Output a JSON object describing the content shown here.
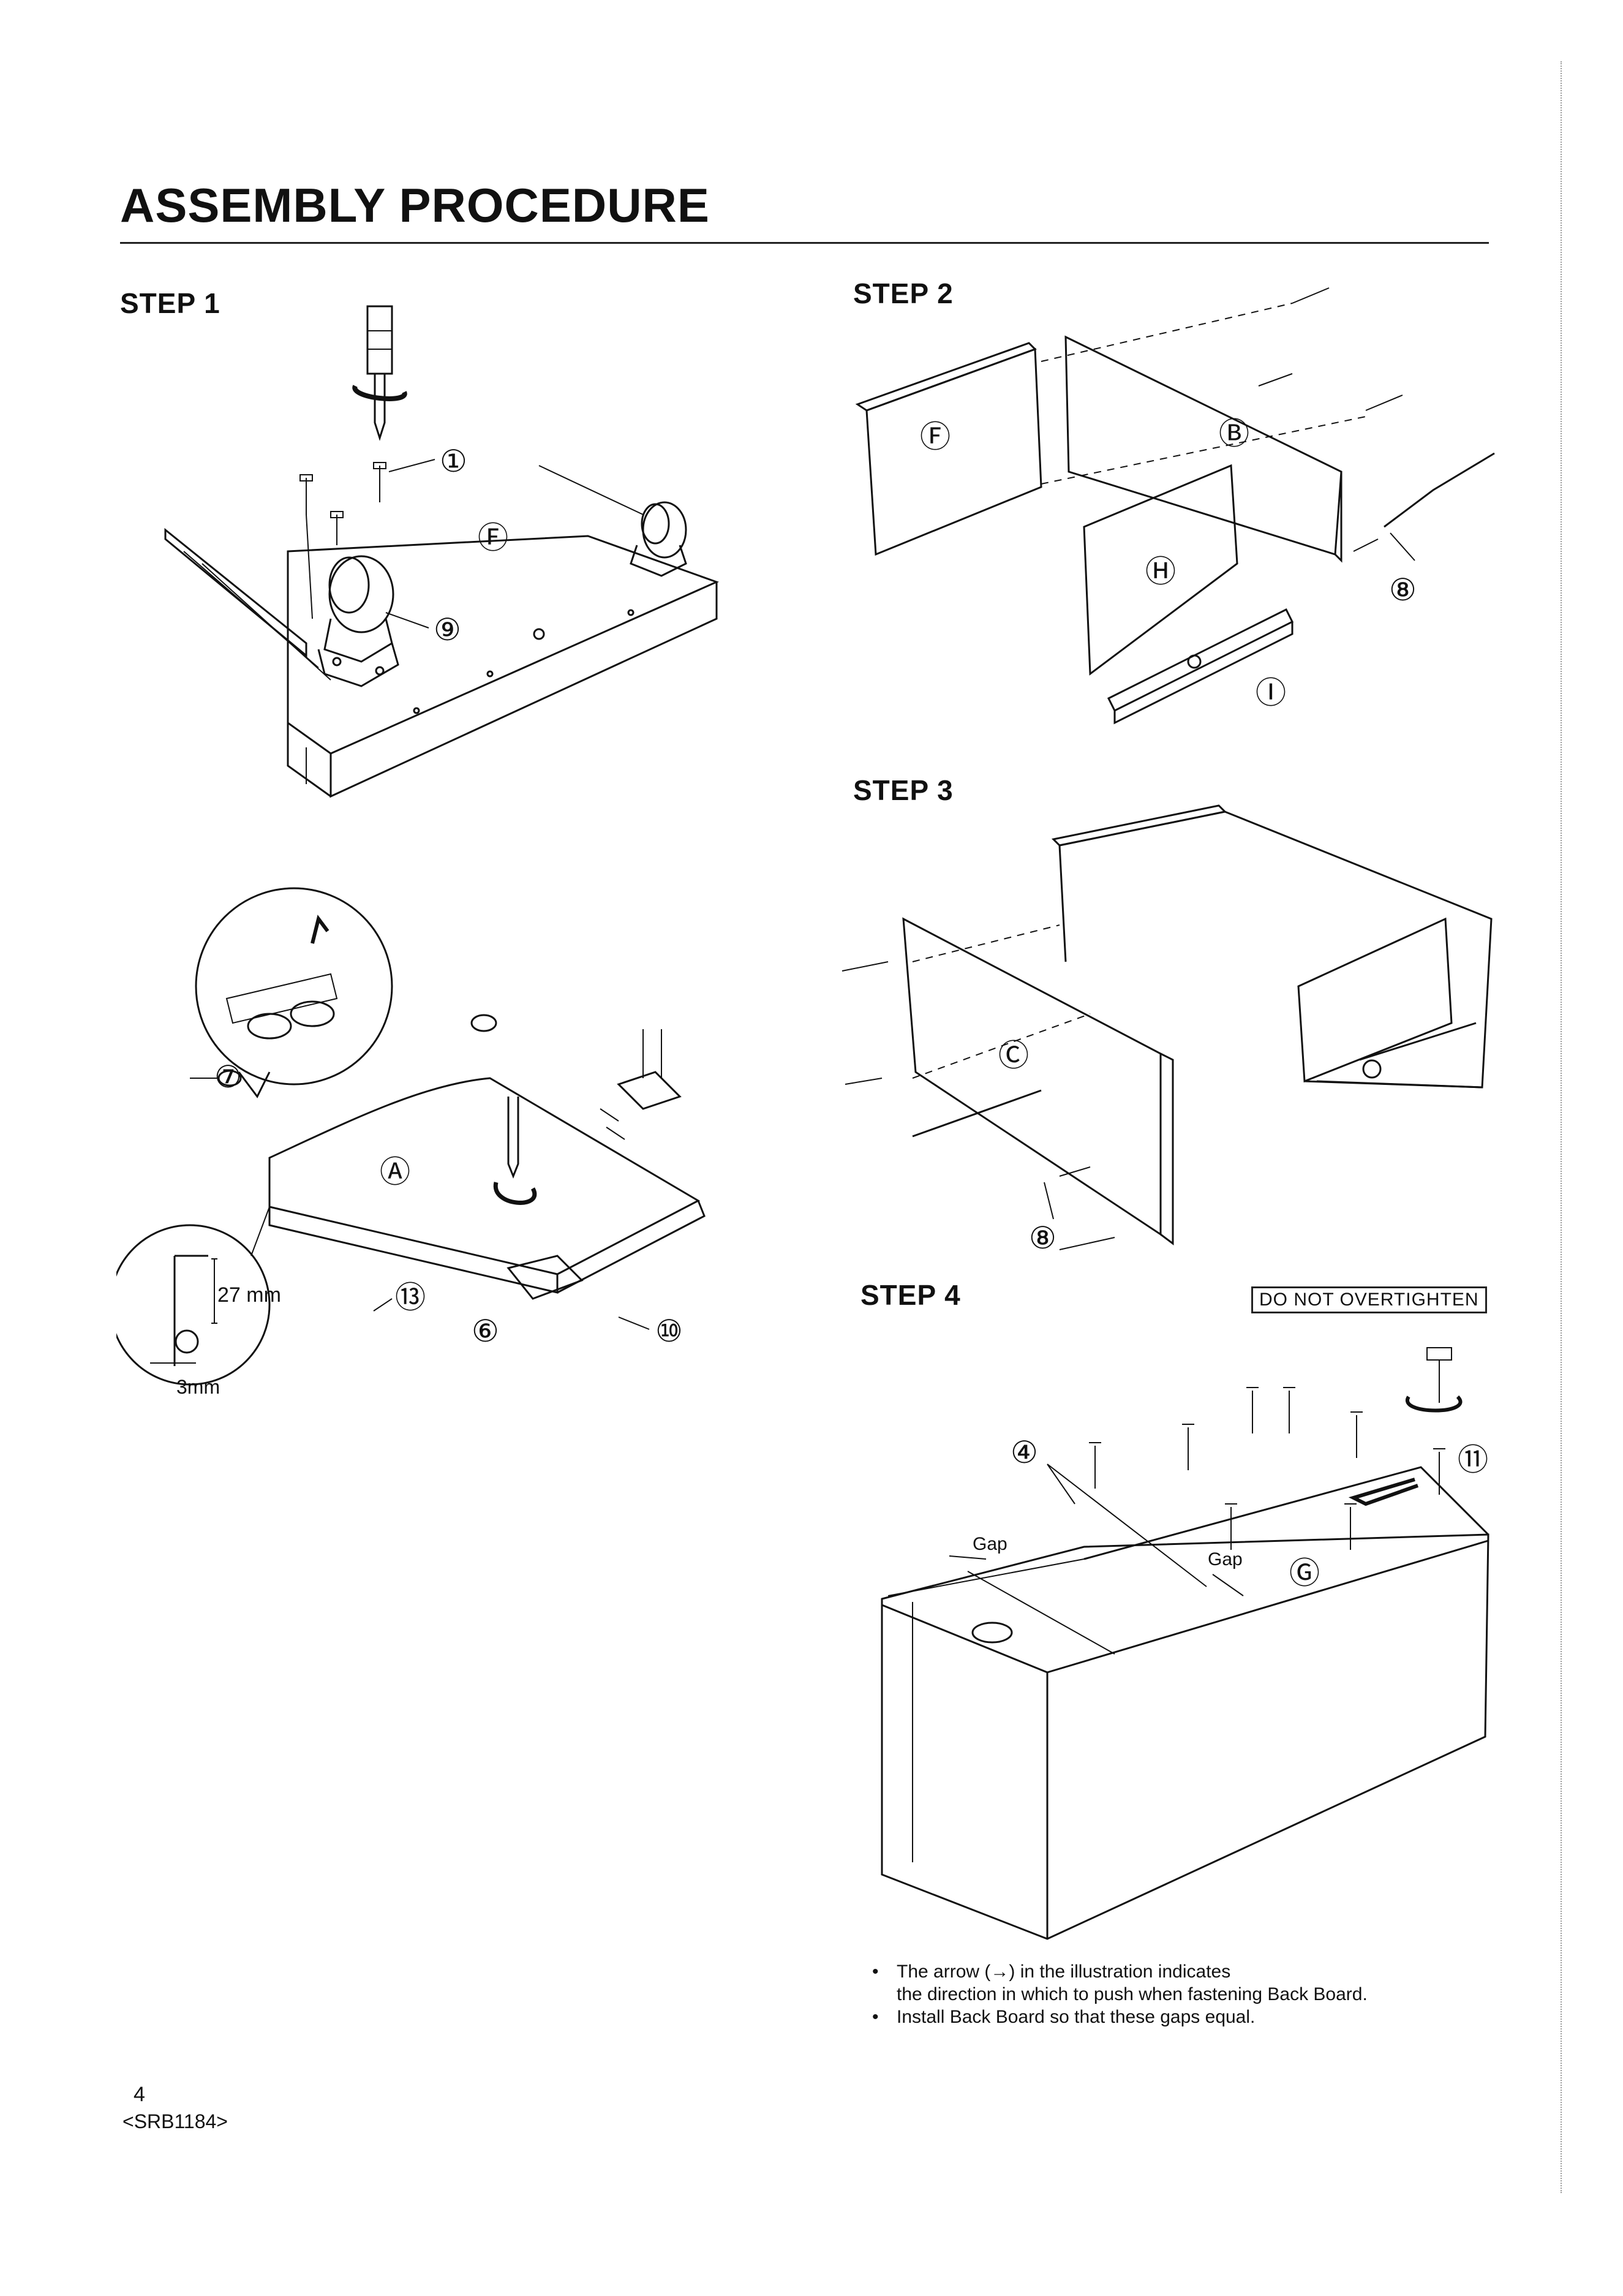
{
  "page": {
    "title": "ASSEMBLY PROCEDURE",
    "page_number": "4",
    "doc_code": "<SRB1184>"
  },
  "step1": {
    "label": "STEP 1",
    "callouts": {
      "screw": "①",
      "caster": "⑨",
      "board": "Ⓕ"
    },
    "detail": {
      "cap_callout": "⑦",
      "board": "Ⓐ",
      "screw": "⑬",
      "hinge": "⑥",
      "hinge_screw": "⑩",
      "dim_height": "27 mm",
      "dim_width": "3mm"
    }
  },
  "step2": {
    "label": "STEP 2",
    "callouts": {
      "f": "Ⓕ",
      "b": "Ⓑ",
      "h": "Ⓗ",
      "i": "Ⓘ",
      "screw": "⑧"
    }
  },
  "step3": {
    "label": "STEP 3",
    "callouts": {
      "c": "Ⓒ",
      "screw": "⑧"
    }
  },
  "step4": {
    "label": "STEP 4",
    "warning": "DO NOT OVERTIGHTEN",
    "callouts": {
      "bracket": "④",
      "screw": "⑪",
      "board": "Ⓖ"
    },
    "gap_label": "Gap",
    "notes": [
      "The arrow (→) in the illustration indicates\nthe direction in which to push when fastening Back Board.",
      "Install Back Board so that these gaps equal."
    ]
  }
}
